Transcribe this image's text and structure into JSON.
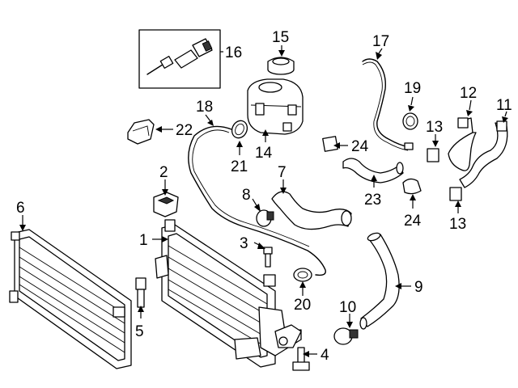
{
  "colors": {
    "line": "#000000",
    "background": "#ffffff",
    "fill": "#ffffff"
  },
  "callouts": {
    "c1": "1",
    "c2": "2",
    "c3": "3",
    "c4": "4",
    "c5": "5",
    "c6": "6",
    "c7": "7",
    "c8": "8",
    "c9": "9",
    "c10": "10",
    "c11": "11",
    "c12": "12",
    "c13a": "13",
    "c13b": "13",
    "c14": "14",
    "c15": "15",
    "c16": "16",
    "c17": "17",
    "c18": "18",
    "c19": "19",
    "c20": "20",
    "c21": "21",
    "c22": "22",
    "c23": "23",
    "c24a": "24",
    "c24b": "24"
  }
}
